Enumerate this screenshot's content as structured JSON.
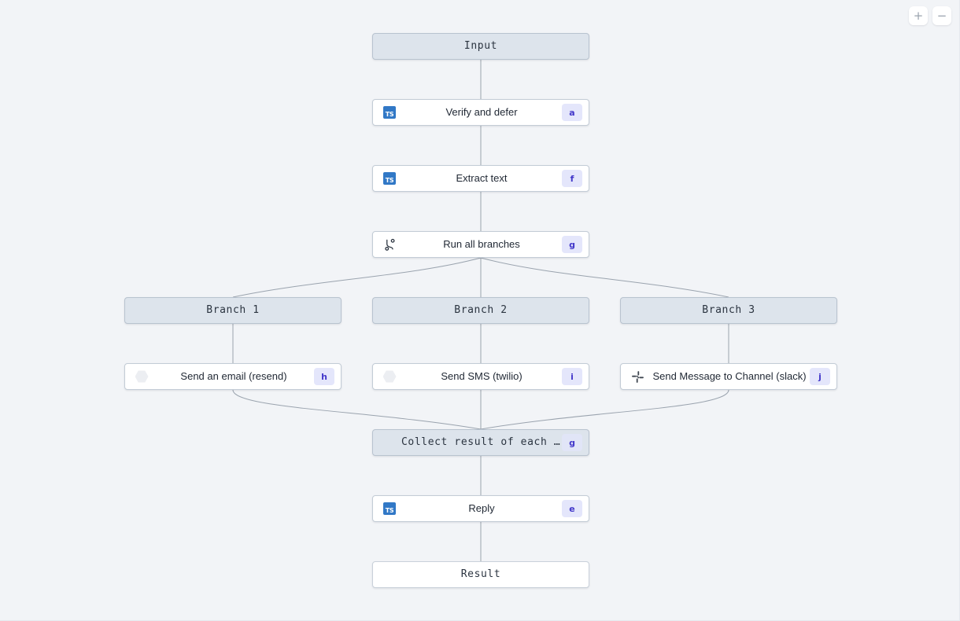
{
  "canvas": {
    "background_color": "#F2F4F7",
    "edge_color": "#9AA3AE"
  },
  "zoom_controls": {
    "zoom_in_label": "+",
    "zoom_out_label": "−"
  },
  "accent": {
    "badge_bg": "#E4E6FB",
    "badge_text": "#4338CA",
    "node_filled_bg": "#DDE4EC",
    "node_border": "#C3CCD6",
    "ts_blue": "#3178C6"
  },
  "nodes": {
    "input": {
      "label": "Input",
      "icon": "none",
      "badge": ""
    },
    "verify": {
      "label": "Verify and defer",
      "icon": "typescript-icon",
      "badge": "a"
    },
    "extract": {
      "label": "Extract text",
      "icon": "typescript-icon",
      "badge": "f"
    },
    "runall": {
      "label": "Run all branches",
      "icon": "branch-fork-icon",
      "badge": "g"
    },
    "branch1": {
      "label": "Branch 1",
      "icon": "none",
      "badge": ""
    },
    "branch2": {
      "label": "Branch 2",
      "icon": "none",
      "badge": ""
    },
    "branch3": {
      "label": "Branch 3",
      "icon": "none",
      "badge": ""
    },
    "email": {
      "label": "Send an email (resend)",
      "icon": "resend-icon",
      "badge": "h"
    },
    "sms": {
      "label": "Send SMS (twilio)",
      "icon": "twilio-icon",
      "badge": "i"
    },
    "slack": {
      "label": "Send Message to Channel (slack)",
      "icon": "slack-icon",
      "badge": "j"
    },
    "collect": {
      "label": "Collect result of each branch",
      "icon": "none",
      "badge": "g"
    },
    "reply": {
      "label": "Reply",
      "icon": "typescript-icon",
      "badge": "e"
    },
    "result": {
      "label": "Result",
      "icon": "none",
      "badge": ""
    }
  },
  "ts_icon_text": "TS"
}
